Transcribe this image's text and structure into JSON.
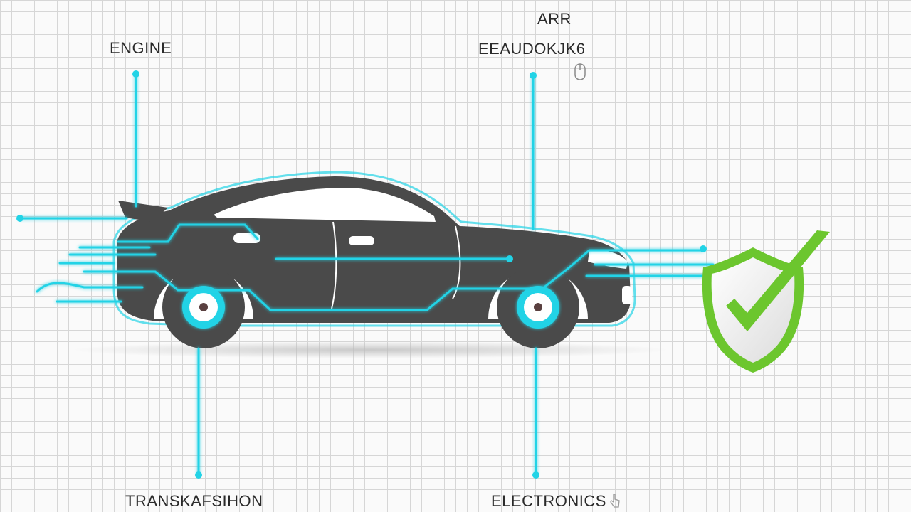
{
  "labels": {
    "engine": "ENGINE",
    "air": "ARR",
    "exhaust": "EEAUDOKJK6",
    "transmission": "TRANSKAFSIHON",
    "electronics": "ELECTRONICS"
  },
  "icons": {
    "car": "car-silhouette-icon",
    "shield": "shield-check-icon",
    "cursor": "mouse-cursor-icon",
    "pointer": "pointer-hand-icon"
  },
  "colors": {
    "background": "#fafafa",
    "grid": "#d6d6d6",
    "car_body": "#4a4a4a",
    "connector": "#22d3e6",
    "shield_border": "#6cc62e",
    "shield_fill": "#f2f2f2",
    "check": "#6cc62e",
    "label_text": "#2a2a2a"
  }
}
